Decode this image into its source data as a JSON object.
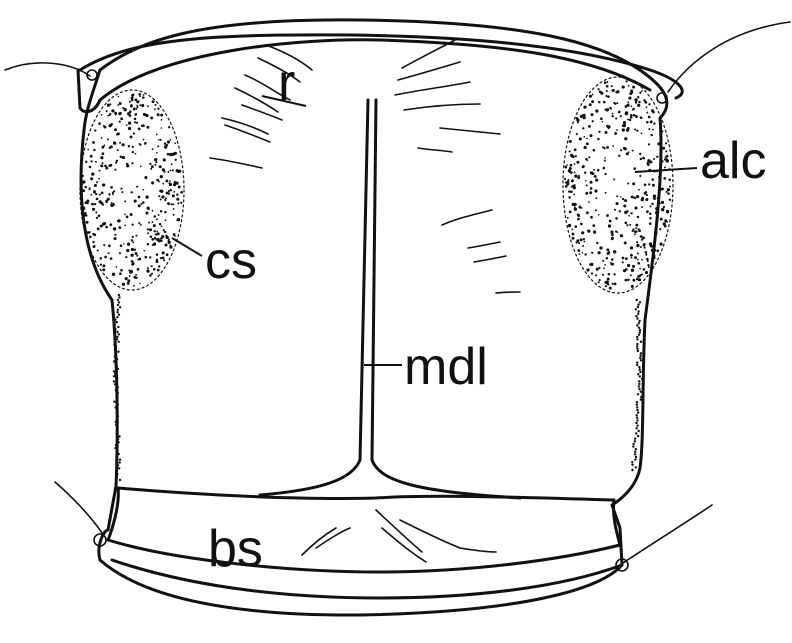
{
  "labels": {
    "r": "r",
    "alc": "alc",
    "cs": "cs",
    "mdl": "mdl",
    "bs": "bs"
  },
  "colors": {
    "ink": "#111111",
    "background": "#ffffff"
  }
}
